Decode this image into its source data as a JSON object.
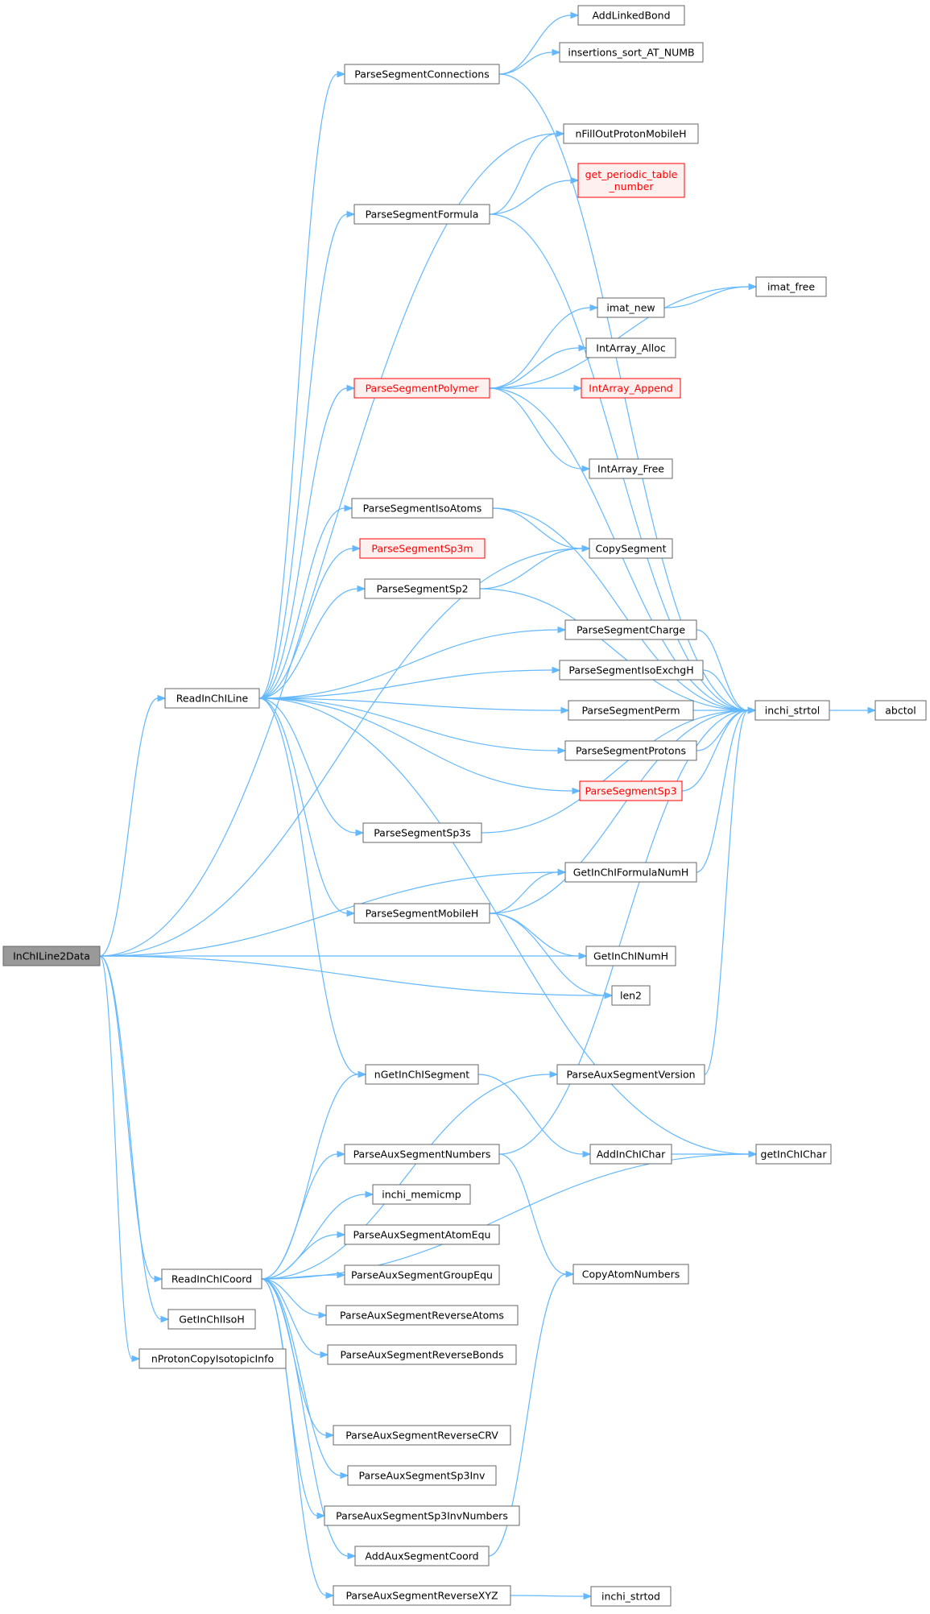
{
  "nodes": {
    "InChILine2Data": {
      "label": "InChILine2Data",
      "style": "root"
    },
    "ReadInChILine": {
      "label": "ReadInChILine",
      "style": "normal"
    },
    "ReadInChICoord": {
      "label": "ReadInChICoord",
      "style": "normal"
    },
    "GetInChIIsoH": {
      "label": "GetInChIIsoH",
      "style": "normal"
    },
    "nProtonCopyIsotopicInfo": {
      "label": "nProtonCopyIsotopicInfo",
      "style": "normal"
    },
    "ParseSegmentConnections": {
      "label": "ParseSegmentConnections",
      "style": "normal"
    },
    "ParseSegmentFormula": {
      "label": "ParseSegmentFormula",
      "style": "normal"
    },
    "ParseSegmentPolymer": {
      "label": "ParseSegmentPolymer",
      "style": "red"
    },
    "ParseSegmentIsoAtoms": {
      "label": "ParseSegmentIsoAtoms",
      "style": "normal"
    },
    "ParseSegmentSp3m": {
      "label": "ParseSegmentSp3m",
      "style": "red"
    },
    "ParseSegmentSp2": {
      "label": "ParseSegmentSp2",
      "style": "normal"
    },
    "ParseSegmentSp3s": {
      "label": "ParseSegmentSp3s",
      "style": "normal"
    },
    "ParseSegmentMobileH": {
      "label": "ParseSegmentMobileH",
      "style": "normal"
    },
    "nGetInChISegment": {
      "label": "nGetInChISegment",
      "style": "normal"
    },
    "ParseAuxSegmentNumbers": {
      "label": "ParseAuxSegmentNumbers",
      "style": "normal"
    },
    "inchi_memicmp": {
      "label": "inchi_memicmp",
      "style": "normal"
    },
    "ParseAuxSegmentAtomEqu": {
      "label": "ParseAuxSegmentAtomEqu",
      "style": "normal"
    },
    "ParseAuxSegmentGroupEqu": {
      "label": "ParseAuxSegmentGroupEqu",
      "style": "normal"
    },
    "ParseAuxSegmentReverseAtoms": {
      "label": "ParseAuxSegmentReverseAtoms",
      "style": "normal"
    },
    "ParseAuxSegmentReverseBonds": {
      "label": "ParseAuxSegmentReverseBonds",
      "style": "normal"
    },
    "ParseAuxSegmentReverseCRV": {
      "label": "ParseAuxSegmentReverseCRV",
      "style": "normal"
    },
    "ParseAuxSegmentSp3Inv": {
      "label": "ParseAuxSegmentSp3Inv",
      "style": "normal"
    },
    "ParseAuxSegmentSp3InvNumbers": {
      "label": "ParseAuxSegmentSp3InvNumbers",
      "style": "normal"
    },
    "AddAuxSegmentCoord": {
      "label": "AddAuxSegmentCoord",
      "style": "normal"
    },
    "ParseAuxSegmentReverseXYZ": {
      "label": "ParseAuxSegmentReverseXYZ",
      "style": "normal"
    },
    "AddLinkedBond": {
      "label": "AddLinkedBond",
      "style": "normal"
    },
    "insertions_sort_AT_NUMB": {
      "label": "insertions_sort_AT_NUMB",
      "style": "normal"
    },
    "nFillOutProtonMobileH": {
      "label": "nFillOutProtonMobileH",
      "style": "normal"
    },
    "get_periodic_table_number": {
      "label": "get_periodic_table\n_number",
      "style": "red"
    },
    "imat_new": {
      "label": "imat_new",
      "style": "normal"
    },
    "IntArray_Alloc": {
      "label": "IntArray_Alloc",
      "style": "normal"
    },
    "IntArray_Append": {
      "label": "IntArray_Append",
      "style": "red"
    },
    "IntArray_Free": {
      "label": "IntArray_Free",
      "style": "normal"
    },
    "CopySegment": {
      "label": "CopySegment",
      "style": "normal"
    },
    "ParseSegmentCharge": {
      "label": "ParseSegmentCharge",
      "style": "normal"
    },
    "ParseSegmentIsoExchgH": {
      "label": "ParseSegmentIsoExchgH",
      "style": "normal"
    },
    "ParseSegmentPerm": {
      "label": "ParseSegmentPerm",
      "style": "normal"
    },
    "ParseSegmentProtons": {
      "label": "ParseSegmentProtons",
      "style": "normal"
    },
    "ParseSegmentSp3": {
      "label": "ParseSegmentSp3",
      "style": "red"
    },
    "GetInChIFormulaNumH": {
      "label": "GetInChIFormulaNumH",
      "style": "normal"
    },
    "GetInChINumH": {
      "label": "GetInChINumH",
      "style": "normal"
    },
    "len2": {
      "label": "len2",
      "style": "normal"
    },
    "ParseAuxSegmentVersion": {
      "label": "ParseAuxSegmentVersion",
      "style": "normal"
    },
    "AddInChIChar": {
      "label": "AddInChIChar",
      "style": "normal"
    },
    "CopyAtomNumbers": {
      "label": "CopyAtomNumbers",
      "style": "normal"
    },
    "inchi_strtod": {
      "label": "inchi_strtod",
      "style": "normal"
    },
    "imat_free": {
      "label": "imat_free",
      "style": "normal"
    },
    "inchi_strtol": {
      "label": "inchi_strtol",
      "style": "normal"
    },
    "getInChIChar": {
      "label": "getInChIChar",
      "style": "normal"
    },
    "abctol": {
      "label": "abctol",
      "style": "normal"
    }
  },
  "edges": [
    [
      "InChILine2Data",
      "ReadInChILine"
    ],
    [
      "InChILine2Data",
      "ReadInChICoord"
    ],
    [
      "InChILine2Data",
      "GetInChIIsoH"
    ],
    [
      "InChILine2Data",
      "nProtonCopyIsotopicInfo"
    ],
    [
      "InChILine2Data",
      "nFillOutProtonMobileH"
    ],
    [
      "InChILine2Data",
      "CopySegment"
    ],
    [
      "InChILine2Data",
      "GetInChIFormulaNumH"
    ],
    [
      "InChILine2Data",
      "GetInChINumH"
    ],
    [
      "InChILine2Data",
      "len2"
    ],
    [
      "ReadInChILine",
      "ParseSegmentConnections"
    ],
    [
      "ReadInChILine",
      "ParseSegmentFormula"
    ],
    [
      "ReadInChILine",
      "ParseSegmentPolymer"
    ],
    [
      "ReadInChILine",
      "ParseSegmentIsoAtoms"
    ],
    [
      "ReadInChILine",
      "ParseSegmentSp3m"
    ],
    [
      "ReadInChILine",
      "ParseSegmentSp2"
    ],
    [
      "ReadInChILine",
      "ParseSegmentCharge"
    ],
    [
      "ReadInChILine",
      "ParseSegmentIsoExchgH"
    ],
    [
      "ReadInChILine",
      "ParseSegmentPerm"
    ],
    [
      "ReadInChILine",
      "ParseSegmentProtons"
    ],
    [
      "ReadInChILine",
      "ParseSegmentSp3"
    ],
    [
      "ReadInChILine",
      "ParseSegmentSp3s"
    ],
    [
      "ReadInChILine",
      "ParseSegmentMobileH"
    ],
    [
      "ReadInChILine",
      "nGetInChISegment"
    ],
    [
      "ReadInChILine",
      "getInChIChar"
    ],
    [
      "ReadInChICoord",
      "nGetInChISegment"
    ],
    [
      "ReadInChICoord",
      "ParseAuxSegmentVersion"
    ],
    [
      "ReadInChICoord",
      "ParseAuxSegmentNumbers"
    ],
    [
      "ReadInChICoord",
      "inchi_memicmp"
    ],
    [
      "ReadInChICoord",
      "ParseAuxSegmentAtomEqu"
    ],
    [
      "ReadInChICoord",
      "ParseAuxSegmentGroupEqu"
    ],
    [
      "ReadInChICoord",
      "ParseAuxSegmentReverseAtoms"
    ],
    [
      "ReadInChICoord",
      "ParseAuxSegmentReverseBonds"
    ],
    [
      "ReadInChICoord",
      "getInChIChar"
    ],
    [
      "ReadInChICoord",
      "ParseAuxSegmentReverseCRV"
    ],
    [
      "ReadInChICoord",
      "ParseAuxSegmentSp3Inv"
    ],
    [
      "ReadInChICoord",
      "ParseAuxSegmentSp3InvNumbers"
    ],
    [
      "ReadInChICoord",
      "AddAuxSegmentCoord"
    ],
    [
      "ReadInChICoord",
      "ParseAuxSegmentReverseXYZ"
    ],
    [
      "ParseSegmentConnections",
      "AddLinkedBond"
    ],
    [
      "ParseSegmentConnections",
      "insertions_sort_AT_NUMB"
    ],
    [
      "ParseSegmentConnections",
      "inchi_strtol"
    ],
    [
      "ParseSegmentFormula",
      "nFillOutProtonMobileH"
    ],
    [
      "ParseSegmentFormula",
      "get_periodic_table_number"
    ],
    [
      "ParseSegmentFormula",
      "inchi_strtol"
    ],
    [
      "ParseSegmentPolymer",
      "imat_free"
    ],
    [
      "ParseSegmentPolymer",
      "imat_new"
    ],
    [
      "ParseSegmentPolymer",
      "IntArray_Alloc"
    ],
    [
      "ParseSegmentPolymer",
      "IntArray_Append"
    ],
    [
      "ParseSegmentPolymer",
      "IntArray_Free"
    ],
    [
      "ParseSegmentPolymer",
      "inchi_strtol"
    ],
    [
      "imat_new",
      "imat_free"
    ],
    [
      "ParseSegmentIsoAtoms",
      "CopySegment"
    ],
    [
      "ParseSegmentIsoAtoms",
      "inchi_strtol"
    ],
    [
      "ParseSegmentSp2",
      "CopySegment"
    ],
    [
      "ParseSegmentSp2",
      "inchi_strtol"
    ],
    [
      "ParseSegmentCharge",
      "inchi_strtol"
    ],
    [
      "ParseSegmentIsoExchgH",
      "inchi_strtol"
    ],
    [
      "ParseSegmentPerm",
      "inchi_strtol"
    ],
    [
      "ParseSegmentProtons",
      "inchi_strtol"
    ],
    [
      "ParseSegmentSp3",
      "inchi_strtol"
    ],
    [
      "ParseSegmentSp3s",
      "inchi_strtol"
    ],
    [
      "ParseSegmentMobileH",
      "GetInChIFormulaNumH"
    ],
    [
      "ParseSegmentMobileH",
      "GetInChINumH"
    ],
    [
      "ParseSegmentMobileH",
      "len2"
    ],
    [
      "ParseSegmentMobileH",
      "inchi_strtol"
    ],
    [
      "GetInChIFormulaNumH",
      "inchi_strtol"
    ],
    [
      "inchi_strtol",
      "abctol"
    ],
    [
      "nGetInChISegment",
      "AddInChIChar"
    ],
    [
      "AddInChIChar",
      "getInChIChar"
    ],
    [
      "ParseAuxSegmentVersion",
      "inchi_strtol"
    ],
    [
      "ParseAuxSegmentNumbers",
      "inchi_strtol"
    ],
    [
      "ParseAuxSegmentNumbers",
      "CopyAtomNumbers"
    ],
    [
      "AddAuxSegmentCoord",
      "CopyAtomNumbers"
    ],
    [
      "ParseAuxSegmentReverseXYZ",
      "inchi_strtod"
    ]
  ]
}
